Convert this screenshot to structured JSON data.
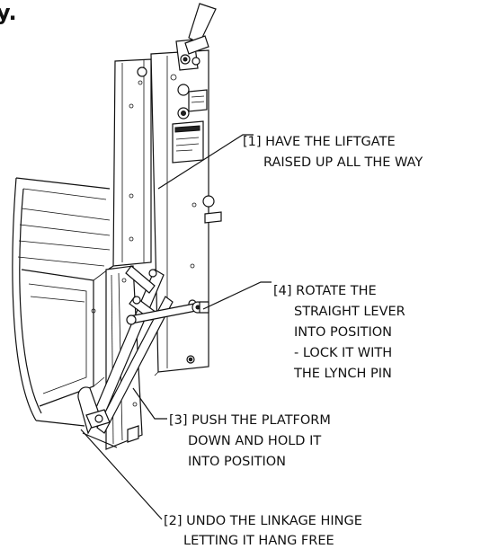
{
  "corner_mark": "y.",
  "callouts": [
    {
      "id": "1",
      "lines": [
        "[1] HAVE THE LIFTGATE",
        "RAISED UP ALL THE WAY"
      ]
    },
    {
      "id": "4",
      "lines": [
        "[4] ROTATE THE",
        "STRAIGHT LEVER",
        "INTO POSITION",
        "- LOCK IT WITH",
        "THE LYNCH PIN"
      ]
    },
    {
      "id": "3",
      "lines": [
        "[3] PUSH THE PLATFORM",
        "DOWN AND HOLD IT",
        "INTO POSITION"
      ]
    },
    {
      "id": "2",
      "lines": [
        "[2] UNDO THE LINKAGE HINGE",
        "LETTING IT HANG FREE"
      ]
    }
  ]
}
